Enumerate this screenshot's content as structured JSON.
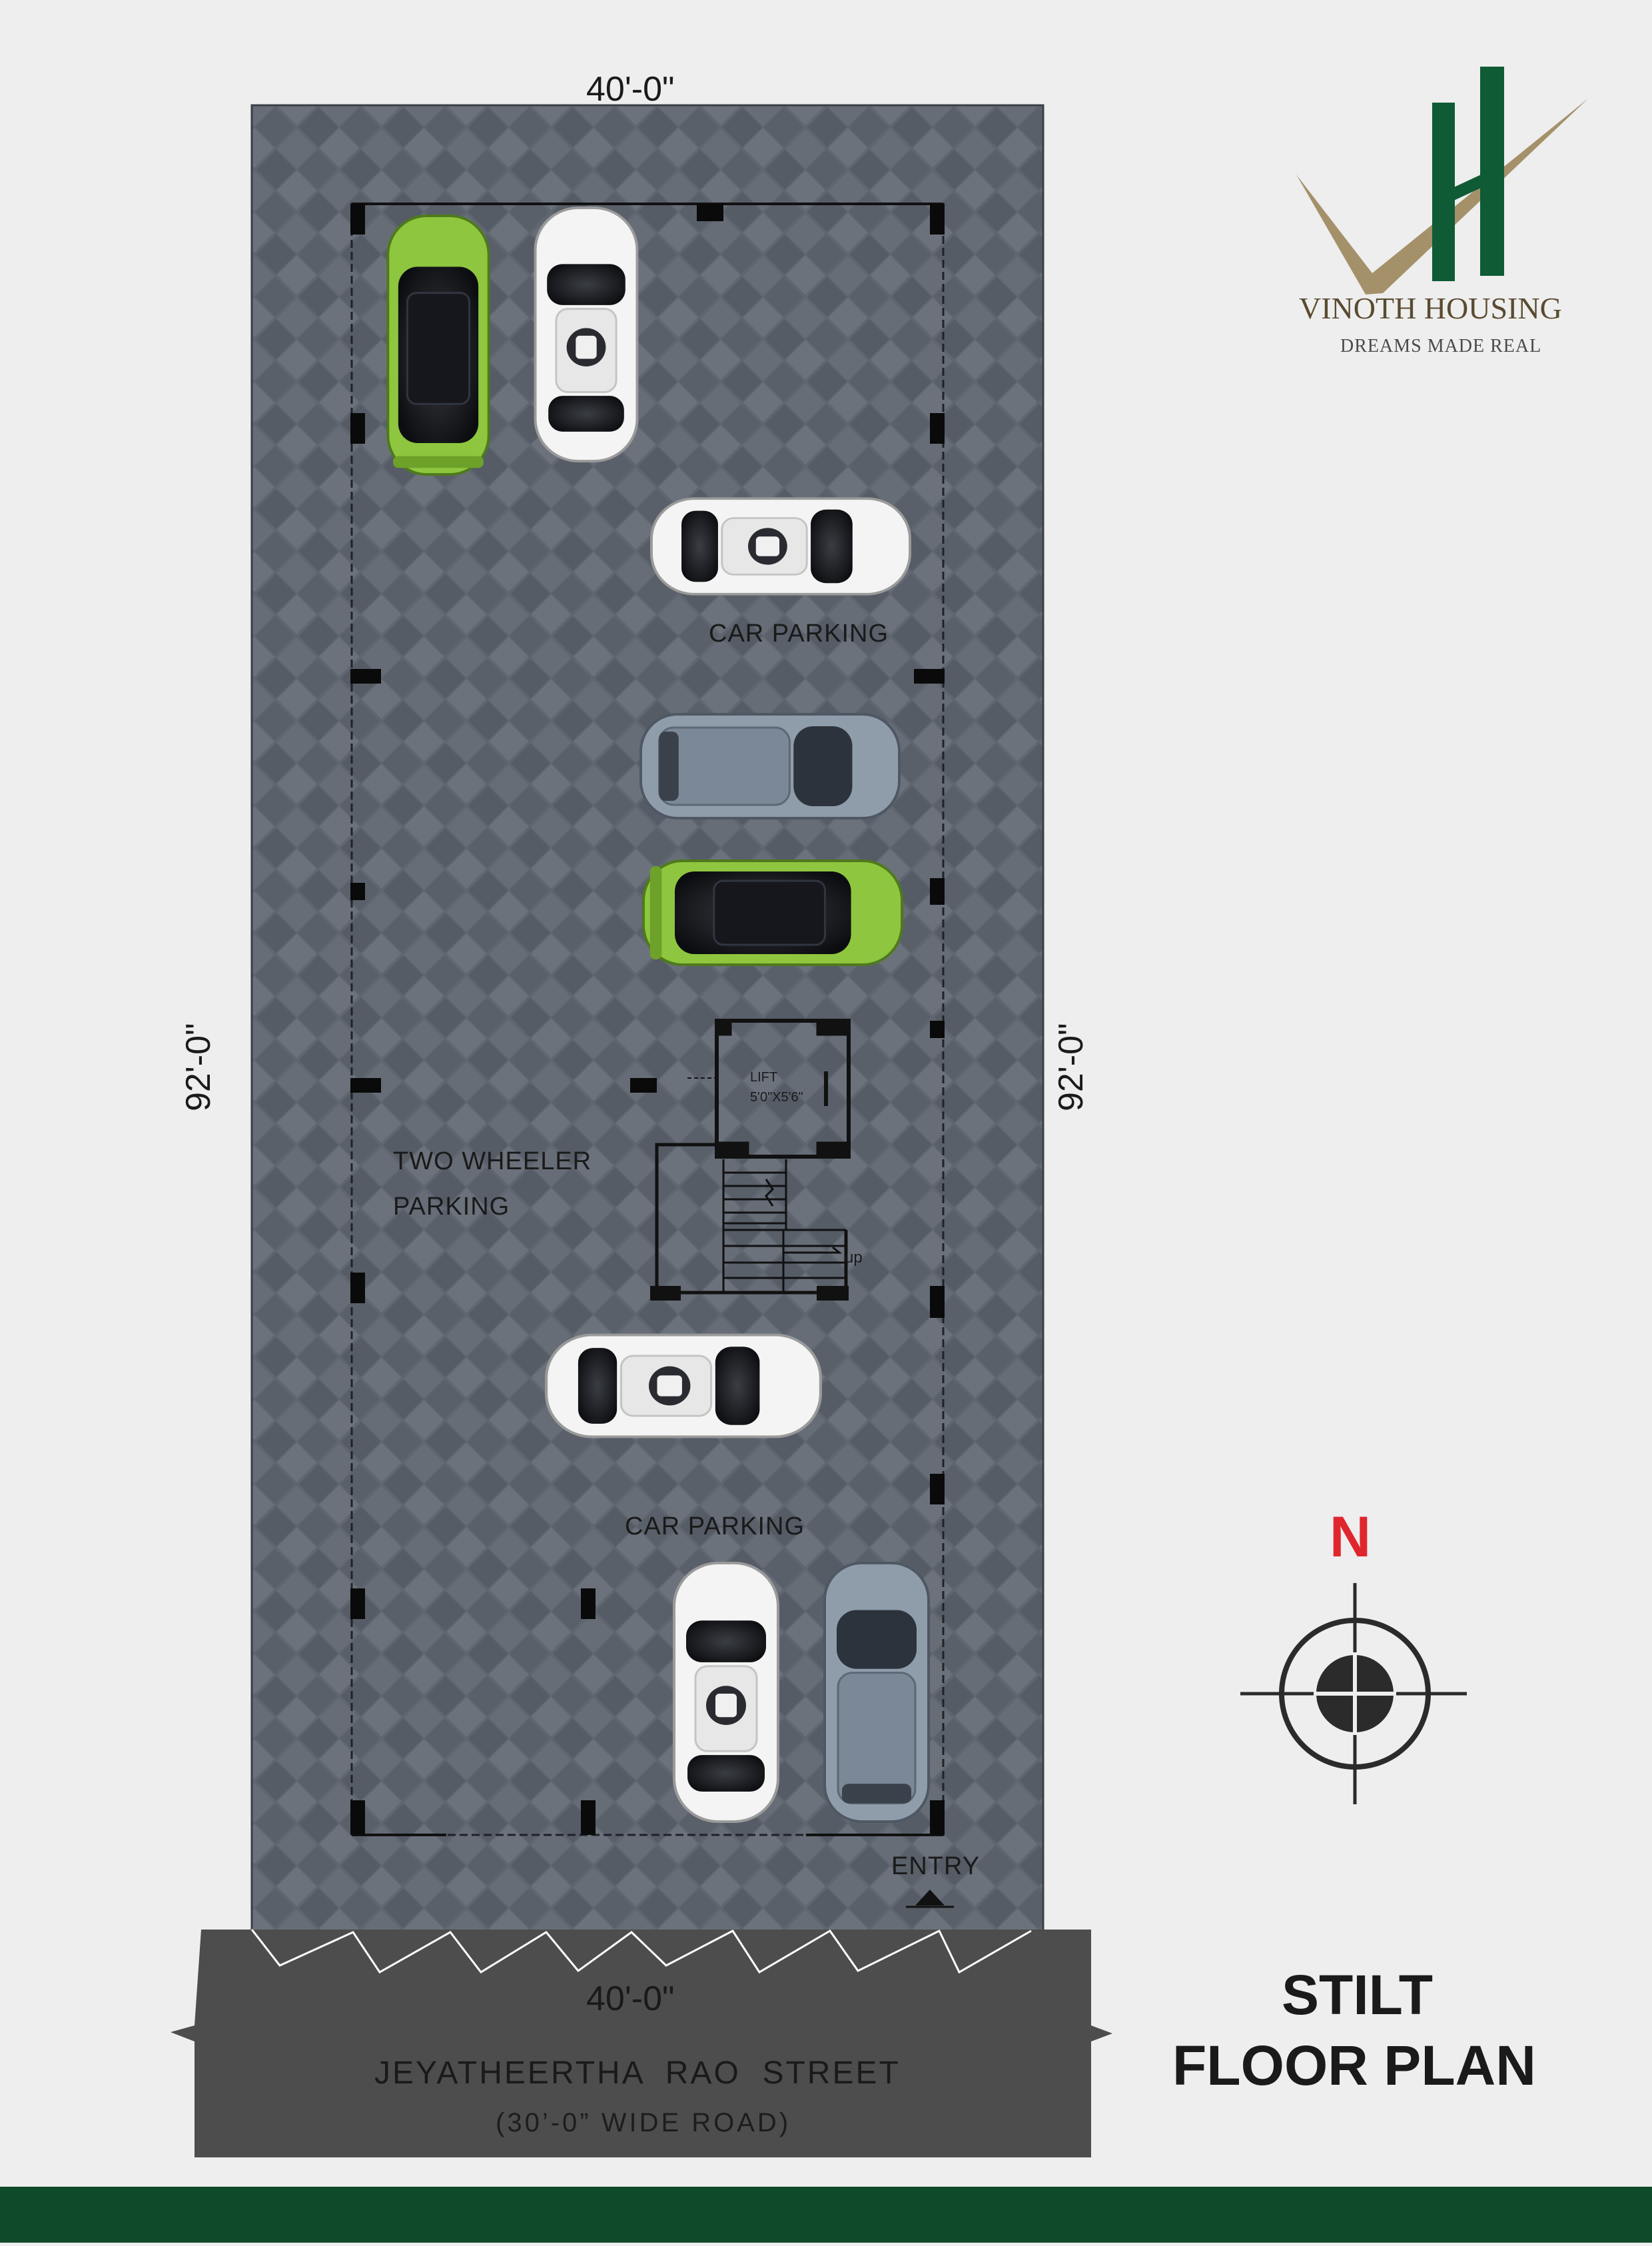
{
  "brand": {
    "name": "VINOTH HOUSING",
    "tagline": "DREAMS MADE REAL",
    "colors": {
      "green": "#0f5b35",
      "gold": "#a4916a"
    }
  },
  "plan": {
    "title_line1": "STILT",
    "title_line2": "FLOOR PLAN",
    "dimensions": {
      "top": "40'-0\"",
      "bottom": "40'-0\"",
      "left": "92'-0\"",
      "right": "92'-0\""
    },
    "areas": {
      "car_parking_upper": "CAR PARKING",
      "car_parking_lower": "CAR PARKING",
      "two_wheeler_line1": "TWO WHEELER",
      "two_wheeler_line2": "PARKING",
      "lift_label": "LIFT",
      "lift_size": "5'0\"X5'6\"",
      "stair_up": "up",
      "entry": "ENTRY"
    },
    "colors": {
      "floor": "#5f6670",
      "road": "#4d4d4d",
      "column": "#0a0a0a"
    }
  },
  "road": {
    "name": "JEYATHEERTHA  RAO  STREET",
    "width_note": "(30’-0” WIDE ROAD)"
  },
  "compass": {
    "north_label": "N",
    "north_color": "#e0262d"
  },
  "cars": [
    {
      "color": "lime",
      "orientation": "vertical"
    },
    {
      "color": "white",
      "orientation": "vertical"
    },
    {
      "color": "white",
      "orientation": "horizontal"
    },
    {
      "color": "grey",
      "orientation": "horizontal"
    },
    {
      "color": "lime",
      "orientation": "horizontal"
    },
    {
      "color": "white",
      "orientation": "horizontal"
    },
    {
      "color": "white",
      "orientation": "vertical"
    },
    {
      "color": "grey",
      "orientation": "vertical"
    }
  ]
}
